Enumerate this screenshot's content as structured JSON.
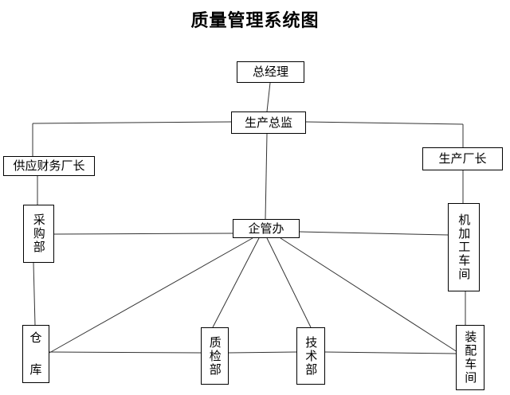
{
  "title": "质量管理系统图",
  "nodes": {
    "gm": "总经理",
    "prod_director": "生产总监",
    "supply_finance": "供应财务厂长",
    "plant_manager": "生产厂长",
    "purchasing": "采购部",
    "admin_office": "企管办",
    "machining": "机加工车间",
    "warehouse_a": "仓",
    "warehouse_b": "库",
    "qc": "质检部",
    "tech": "技术部",
    "assembly": "装配车间"
  }
}
